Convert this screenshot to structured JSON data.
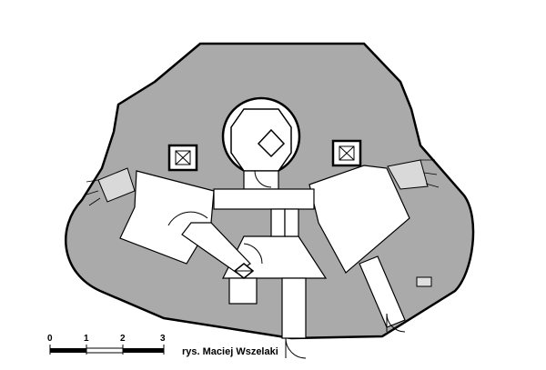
{
  "diagram": {
    "scale_bar": {
      "ticks": [
        "0",
        "1",
        "2",
        "3"
      ]
    },
    "credit": "rys. Maciej Wszelaki"
  }
}
